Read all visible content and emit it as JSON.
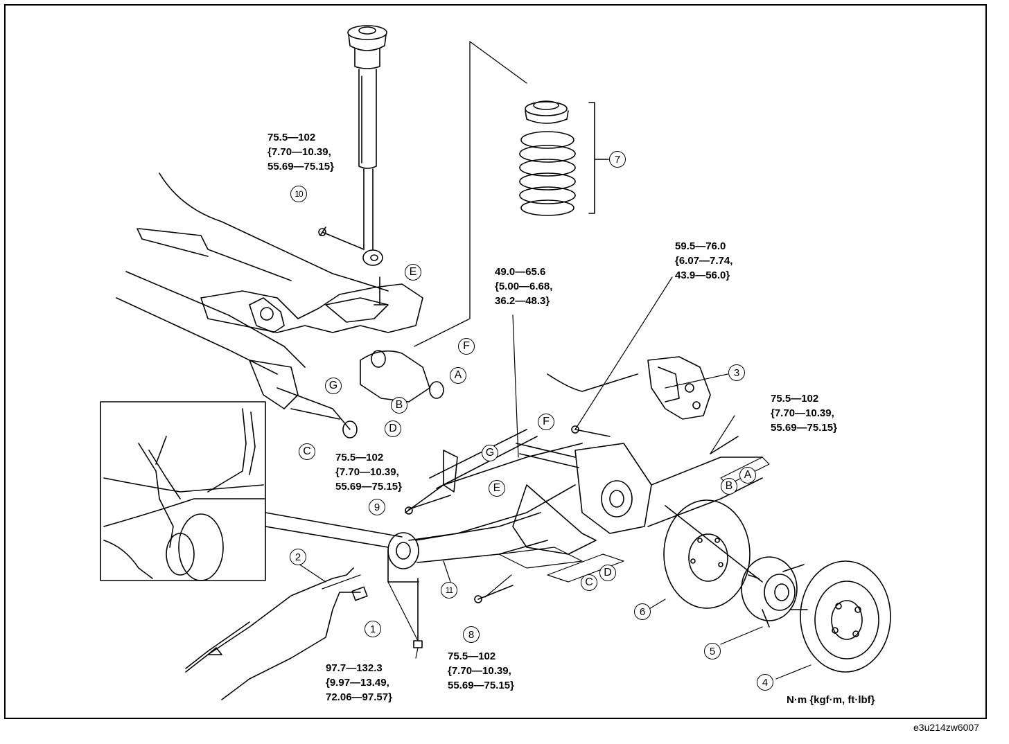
{
  "torque_specs": {
    "shock_lower": [
      "75.5—102",
      "{7.70—10.39,",
      "55.69—75.15}"
    ],
    "lateral_link_c": [
      "75.5—102",
      "{7.70—10.39,",
      "55.69—75.15}"
    ],
    "trailing_link": [
      "49.0—65.6",
      "{5.00—6.68,",
      "36.2—48.3}"
    ],
    "caliper": [
      "59.5—76.0",
      "{6.07—7.74,",
      "43.9—56.0}"
    ],
    "lateral_link_a": [
      "75.5—102",
      "{7.70—10.39,",
      "55.69—75.15}"
    ],
    "bolt_8": [
      "75.5—102",
      "{7.70—10.39,",
      "55.69—75.15}"
    ],
    "bolt_front": [
      "97.7—132.3",
      "{9.97—13.49,",
      "72.06—97.57}"
    ]
  },
  "callouts": [
    "1",
    "2",
    "3",
    "4",
    "5",
    "6",
    "7",
    "8",
    "9",
    "10",
    "11"
  ],
  "letters": {
    "A": "A",
    "B": "B",
    "C": "C",
    "D": "D",
    "E": "E",
    "F": "F",
    "G": "G"
  },
  "units": "N·m {kgf·m, ft·lbf}",
  "figure_id": "e3u214zw6007",
  "colors": {
    "ink": "#000000",
    "paper": "#ffffff"
  }
}
